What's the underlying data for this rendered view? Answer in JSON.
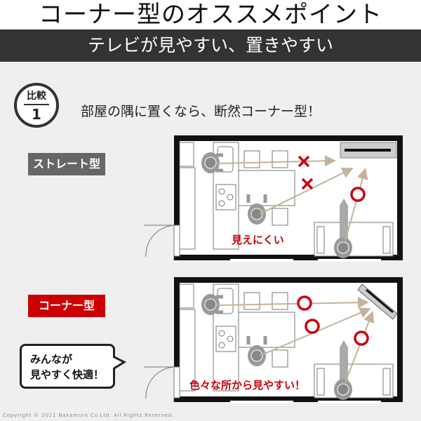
{
  "header": {
    "title": "コーナー型のオススメポイント",
    "subtitle": "テレビが見やすい、置きやすい"
  },
  "comparison": {
    "badge_top": "比較",
    "badge_number": "1",
    "lead": "部屋の隅に置くなら、断然コーナー型！"
  },
  "straight": {
    "label": "ストレート型",
    "caption": "見えにくい",
    "label_color": "#666666"
  },
  "corner": {
    "label": "コーナー型",
    "caption": "色々な所から見やすい！",
    "label_color": "#cc0000"
  },
  "bubble": {
    "line1": "みんなが",
    "line2": "見やすく快適！"
  },
  "footer": {
    "copyright": "Copyright © 2011 Nakamura Co.Ltd. All Rights Reserved."
  },
  "colors": {
    "mark_red": "#cc0011",
    "arrow": "#c4b29a",
    "wall": "#111111"
  }
}
